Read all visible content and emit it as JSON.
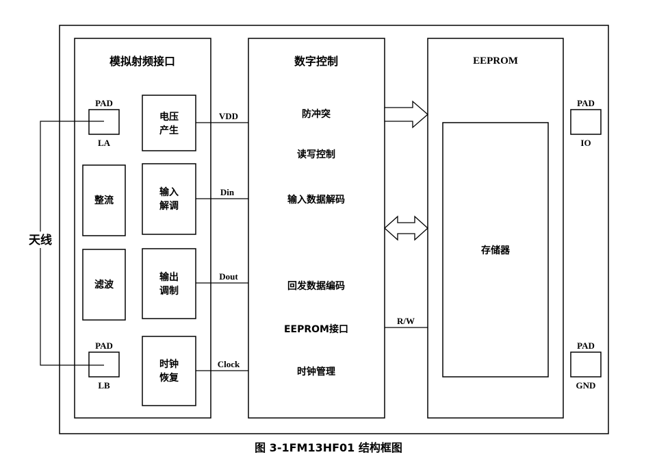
{
  "rf_interface": {
    "title": "模拟射频接口",
    "pad_la": {
      "top": "PAD",
      "bottom": "LA"
    },
    "pad_lb": {
      "top": "PAD",
      "bottom": "LB"
    },
    "voltage_gen": [
      "电压",
      "产生"
    ],
    "input_demod": [
      "输入",
      "解调"
    ],
    "output_mod": [
      "输出",
      "调制"
    ],
    "clock_recovery": [
      "时钟",
      "恢复"
    ],
    "rectifier": "整流",
    "filter": "滤波"
  },
  "antenna": "天线",
  "signals": {
    "vdd": "VDD",
    "din": "Din",
    "dout": "Dout",
    "clock": "Clock",
    "rw": "R/W"
  },
  "digital_control": {
    "title": "数字控制",
    "anticollision": "防冲突",
    "rw_control": "读写控制",
    "input_decode": "输入数据解码",
    "return_encode": "回发数据编码",
    "eeprom_interface": "EEPROM接口",
    "clock_mgmt": "时钟管理"
  },
  "eeprom": {
    "title": "EEPROM",
    "storage": "存储器"
  },
  "pads_right": {
    "io": {
      "top": "PAD",
      "bottom": "IO"
    },
    "gnd": {
      "top": "PAD",
      "bottom": "GND"
    }
  },
  "caption": "图 3-1FM13HF01 结构框图"
}
